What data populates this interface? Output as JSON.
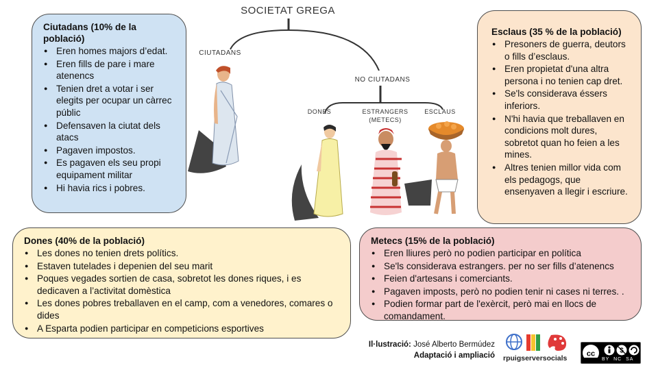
{
  "diagram": {
    "title": "SOCIETAT GREGA",
    "labels": {
      "ciutadans": "CIUTADANS",
      "no_ciutadans": "NO CIUTADANS",
      "dones": "DONES",
      "estrangers_line1": "ESTRANGERS",
      "estrangers_line2": "(METECS)",
      "esclaus": "ESCLAUS"
    }
  },
  "boxes": {
    "ciutadans": {
      "title": "Ciutadans (10% de la població)",
      "items": [
        "Eren homes majors d’edat.",
        "Eren fills de pare i mare atenencs",
        "Tenien dret a votar i ser elegits per ocupar un càrrec públic",
        "Defensaven la ciutat dels atacs",
        "Pagaven impostos.",
        "Es pagaven els seu propi equipament militar",
        "Hi havia rics i pobres."
      ],
      "color": "#cfe2f3"
    },
    "esclaus": {
      "title": "Esclaus (35 % de la població)",
      "items": [
        "Presoners de guerra, deutors o fills d’esclaus.",
        "Eren propietat d'una altra persona i no tenien cap dret.",
        "Se'ls considerava éssers inferiors.",
        "N'hi havia que treballaven en condicions molt dures, sobretot quan ho feien a les mines.",
        "Altres tenien millor vida com els pedagogs, que ensenyaven a llegir i escriure."
      ],
      "color": "#fce5cd"
    },
    "dones": {
      "title": "Dones (40% de la població)",
      "items": [
        "Les dones no tenien drets polítics.",
        "Estaven tutelades i depenien del seu marit",
        "Poques vegades sortien de casa, sobretot les dones riques, i es dedicaven a l’activitat domèstica",
        "Les dones pobres treballaven en el camp, com a venedores, comares o dides",
        "A Esparta podien participar en competicions esportives"
      ],
      "color": "#fff2cc"
    },
    "metecs": {
      "title": "Metecs (15% de la població)",
      "items": [
        "Eren lliures però no podien participar en política",
        "Se'ls considerava estrangers. per no ser fills d’atenencs",
        "Feien d'artesans i comerciants.",
        "Pagaven imposts, però no podien tenir ni cases ni terres. .",
        "Podien formar part de l'exèrcit, però mai en llocs de comandament."
      ],
      "color": "#f4cccc"
    }
  },
  "credits": {
    "illustration_label": "Il·lustració:",
    "illustration_author": "José Alberto Bermúdez",
    "adaptation": "Adaptació i ampliació",
    "site_logo_text": "rpuigserversocials",
    "license_badge_text": "BY  NC  SA"
  },
  "icons": [
    "greek-citizen-figure",
    "greek-woman-figure",
    "metec-foreigner-figure",
    "slave-carrying-basket-figure",
    "globe-icon",
    "books-icon",
    "palette-icon",
    "creative-commons-icon",
    "attribution-icon",
    "non-commercial-icon",
    "share-alike-icon"
  ]
}
